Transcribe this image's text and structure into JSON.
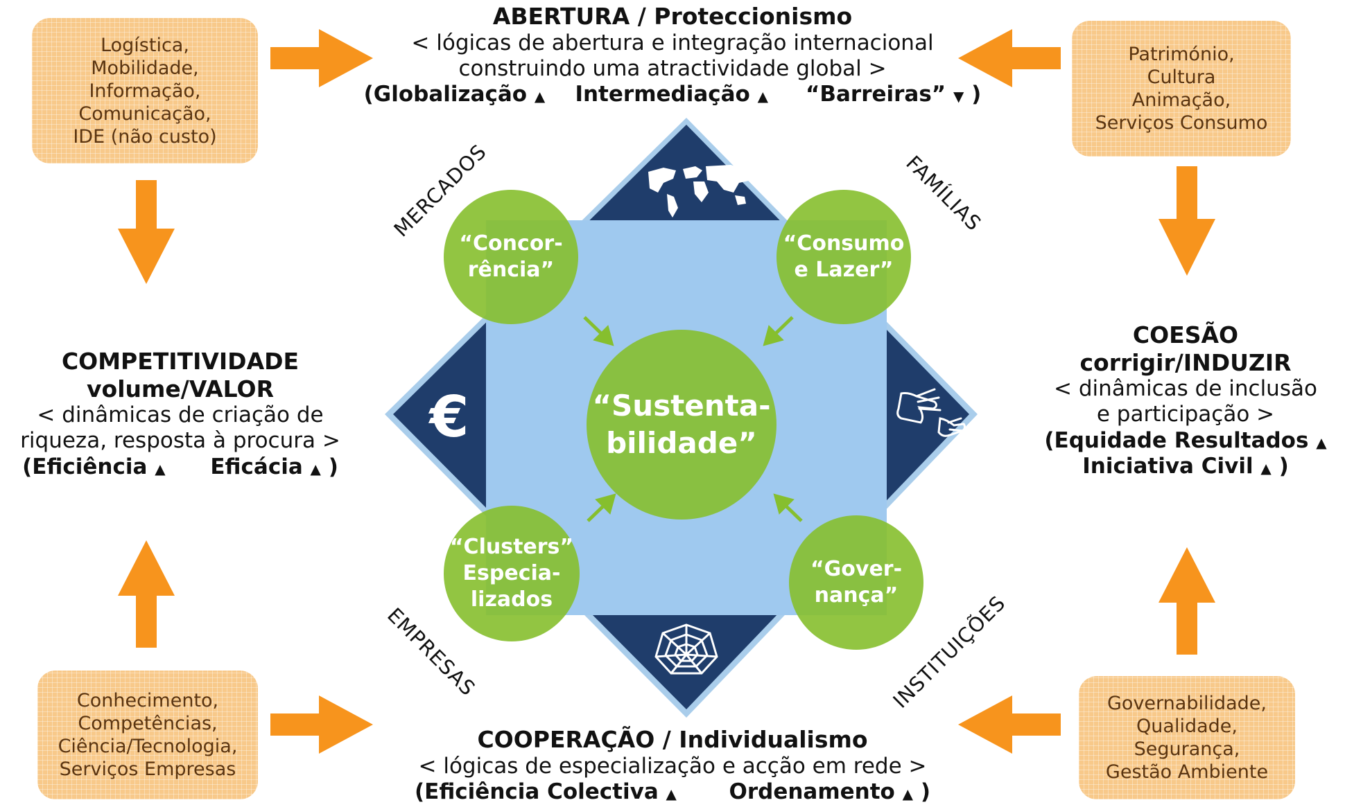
{
  "corner_boxes": {
    "top_left": [
      "Logística,",
      "Mobilidade,",
      "Informação,",
      "Comunicação,",
      "IDE (não custo)"
    ],
    "top_right": [
      "Património,",
      "Cultura",
      "Animação,",
      "Serviços Consumo"
    ],
    "bottom_left": [
      "Conhecimento,",
      "Competências,",
      "Ciência/Tecnologia,",
      "Serviços Empresas"
    ],
    "bottom_right": [
      "Governabilidade,",
      "Qualidade,",
      "Segurança,",
      "Gestão Ambiente"
    ]
  },
  "top": {
    "title": "ABERTURA / Proteccionismo",
    "line1": "< lógicas de abertura e integração internacional",
    "line2": "construindo uma atractividade global >",
    "bold_a": "(Globalização",
    "bold_b": "Intermediação",
    "bold_c": "“Barreiras”",
    "close": ")"
  },
  "left": {
    "title1": "COMPETITIVIDADE",
    "title2": "volume/VALOR",
    "line1": "< dinâmicas de criação de",
    "line2": "riqueza, resposta à procura >",
    "bold_a": "(Eficiência",
    "bold_b": "Eficácia",
    "close": ")"
  },
  "right": {
    "title1": "COESÃO",
    "title2": "corrigir/INDUZIR",
    "line1": "< dinâmicas de inclusão",
    "line2": "e participação >",
    "bold_a": "(Equidade Resultados",
    "bold_b": "Iniciativa Civil",
    "close": ")"
  },
  "bottom": {
    "title": "COOPERAÇÃO  / Individualismo",
    "line1": "<  lógicas de especialização e acção em rede  >",
    "bold_a": "(Eficiência Colectiva",
    "bold_b": "Ordenamento",
    "close": ")"
  },
  "circles": {
    "center": [
      "“Sustenta-",
      "bilidade”"
    ],
    "top_left": [
      "“Concor-",
      "rência”"
    ],
    "top_right": [
      "“Consumo",
      "e Lazer”"
    ],
    "bottom_left": [
      "“Clusters”",
      "Especia-",
      "lizados"
    ],
    "bottom_right": [
      "“Gover-",
      "nança”"
    ]
  },
  "diagonal_labels": {
    "mercados": "MERCADOS",
    "familias": "FAMÍLIAS",
    "empresas": "EMPRESAS",
    "instituicoes": "INSTITUIÇÕES"
  },
  "symbols": {
    "up": "▲",
    "down": "▼",
    "euro": "€"
  },
  "icons": [
    "world-map-icon",
    "euro-icon",
    "hands-icon",
    "spider-web-icon"
  ],
  "colors": {
    "orange": "#f7941d",
    "box": "#f8c98a",
    "green": "#86bf2e",
    "navy": "#1f3d6b",
    "lightblue": "#9fc9ef"
  }
}
